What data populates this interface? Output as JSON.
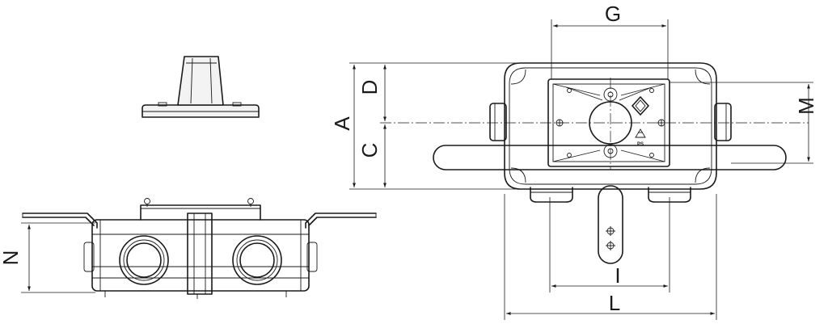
{
  "labels": {
    "G": "G",
    "A": "A",
    "D": "D",
    "C": "C",
    "M": "M",
    "N": "N",
    "I": "I",
    "L": "L",
    "recycle_mark": "PS"
  },
  "icons": [
    "arrowhead",
    "recycle-symbol",
    "diamond-logo",
    "screw-head"
  ]
}
